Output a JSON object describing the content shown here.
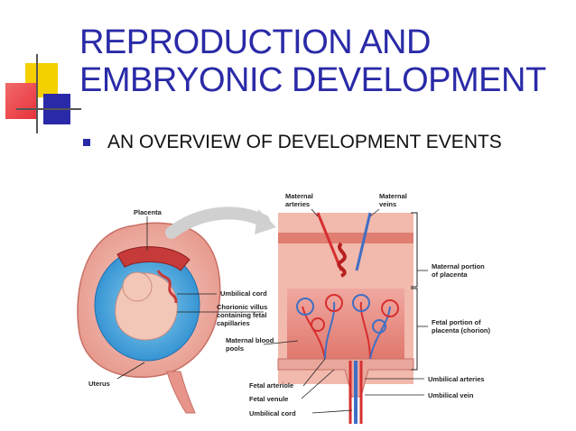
{
  "slide": {
    "title_line1": "REPRODUCTION AND",
    "title_line2": "EMBRYONIC DEVELOPMENT",
    "bullet": "AN OVERVIEW OF DEVELOPMENT EVENTS"
  },
  "figure": {
    "labels": {
      "placenta": "Placenta",
      "umbilical_cord_mid": "Umbilical cord",
      "chorionic_villus_1": "Chorionic villus",
      "chorionic_villus_2": "containing fetal",
      "chorionic_villus_3": "capillaries",
      "maternal_pools_1": "Maternal blood",
      "maternal_pools_2": "pools",
      "uterus": "Uterus",
      "maternal_arteries_1": "Maternal",
      "maternal_arteries_2": "arteries",
      "maternal_veins_1": "Maternal",
      "maternal_veins_2": "veins",
      "maternal_portion_1": "Maternal portion",
      "maternal_portion_2": "of placenta",
      "fetal_portion_1": "Fetal portion of",
      "fetal_portion_2": "placenta (chorion)",
      "umbilical_arteries": "Umbilical arteries",
      "umbilical_vein": "Umbilical vein",
      "fetal_arteriole": "Fetal arteriole",
      "fetal_venule": "Fetal venule",
      "umbilical_cord_bottom": "Umbilical cord"
    }
  },
  "colors": {
    "title": "#2a2aa8",
    "deco_yellow": "#f5d000",
    "deco_red": "#e8303a",
    "deco_blue": "#2a2aa8",
    "tissue_pink": "#f2b9ad",
    "artery_red": "#d62f2f",
    "vein_blue": "#3f6fc4",
    "fluid_blue": "#4aa6dc"
  }
}
